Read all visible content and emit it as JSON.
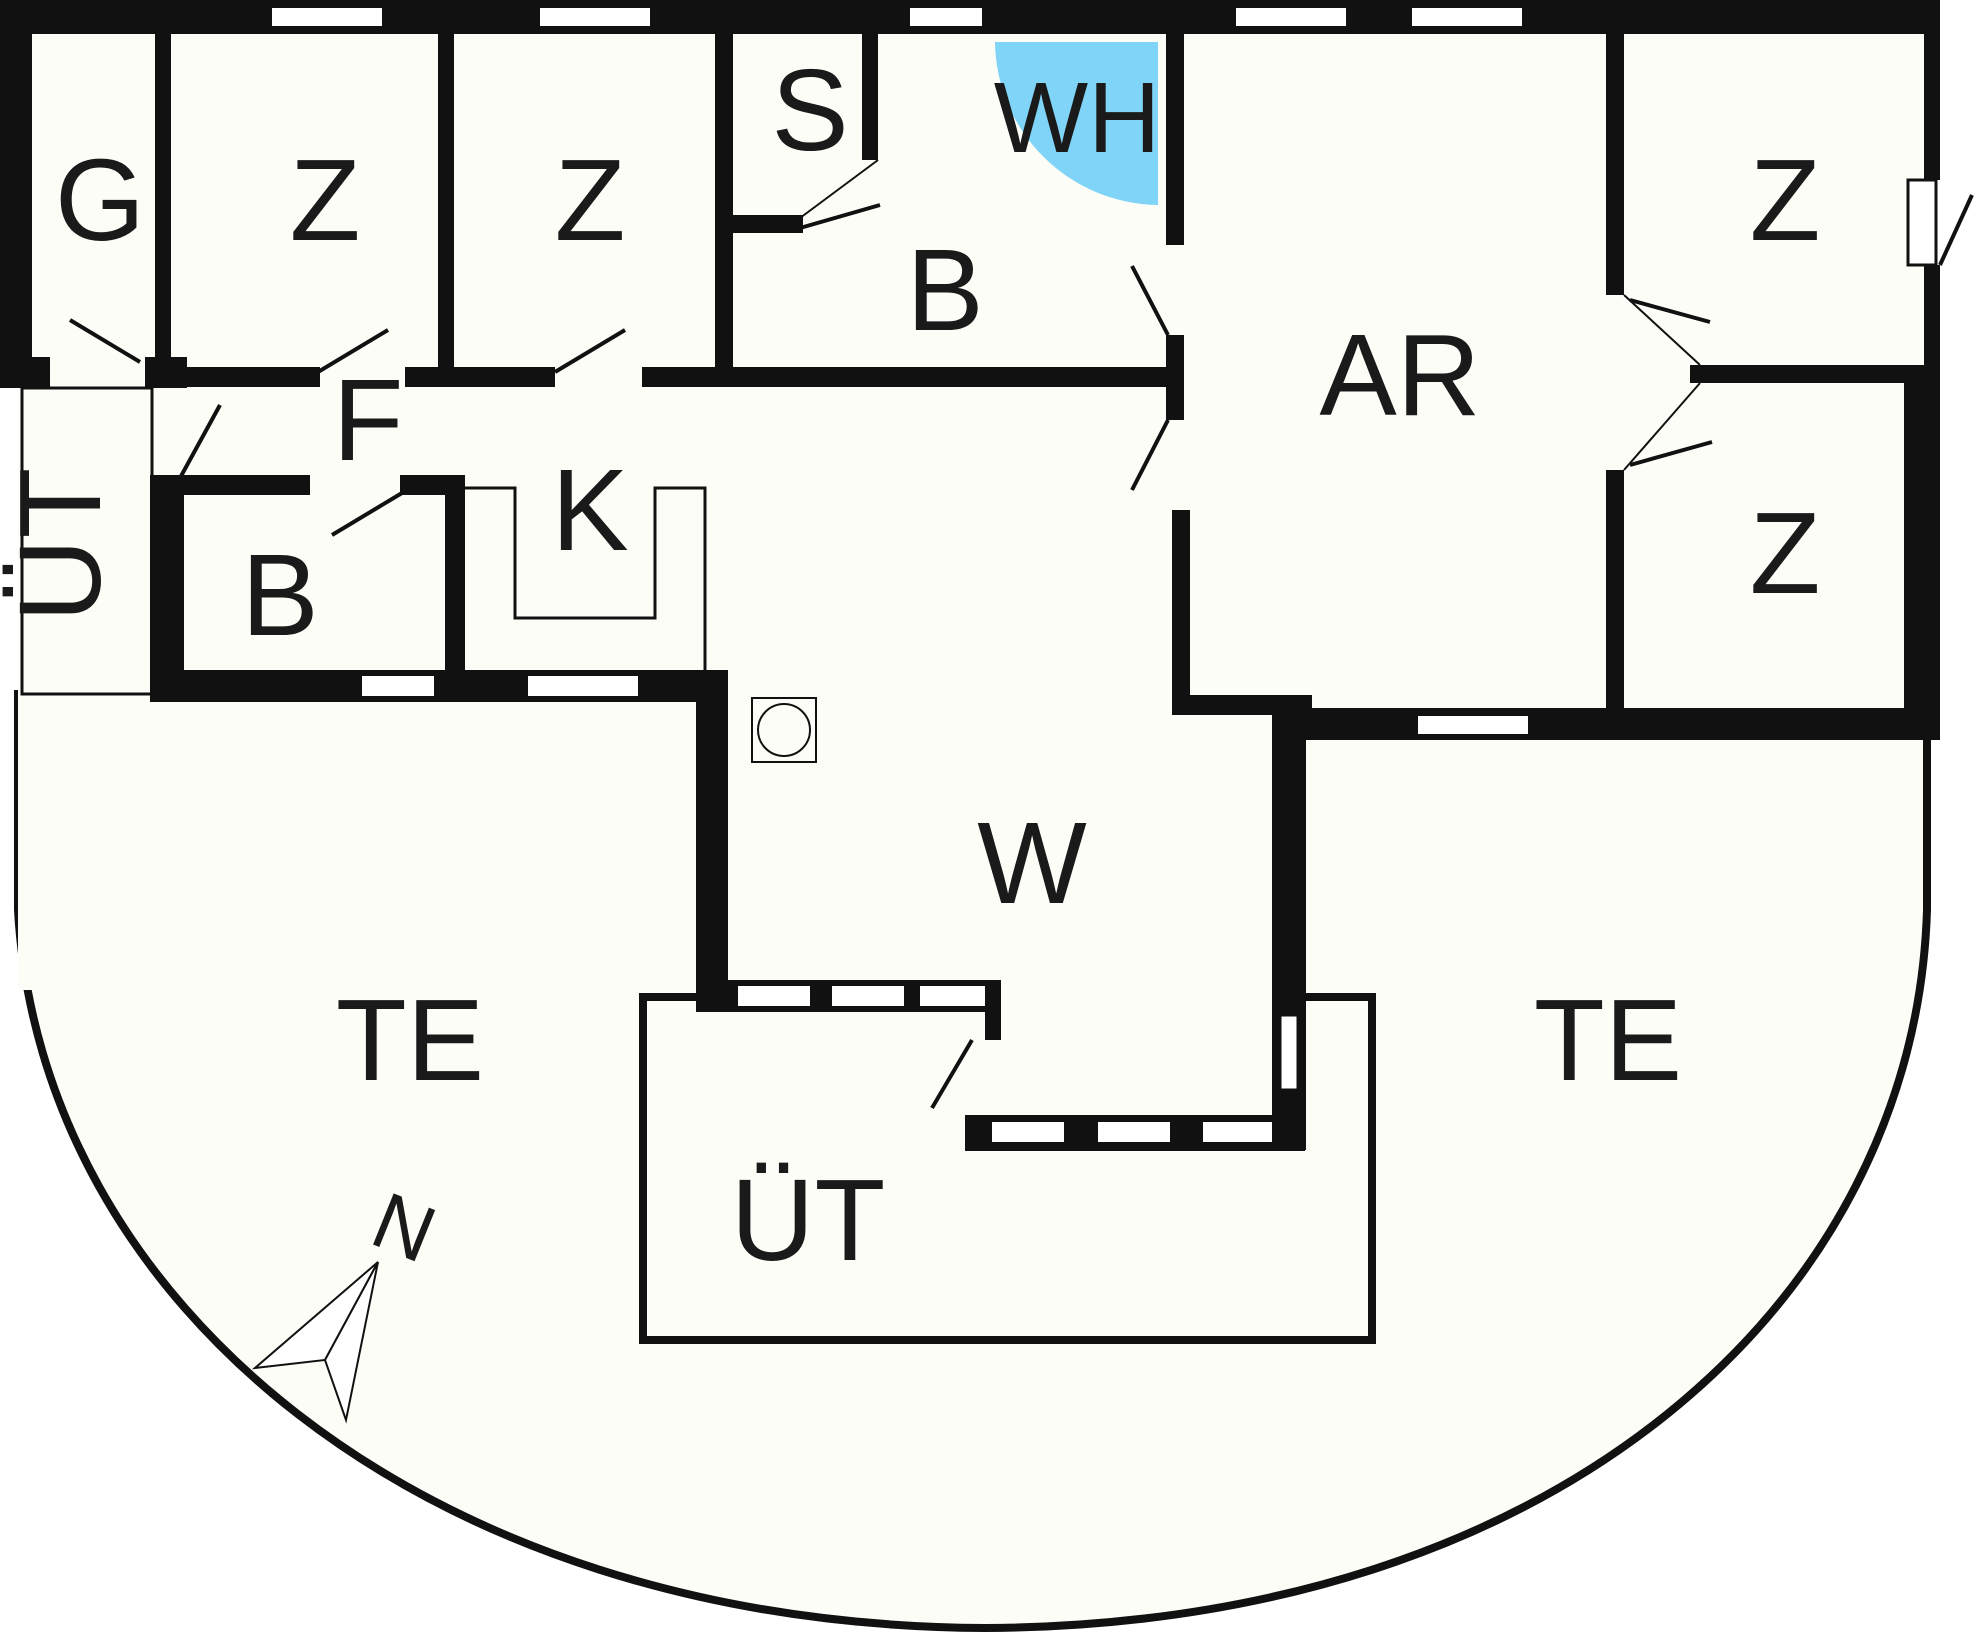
{
  "plan": {
    "rooms": [
      {
        "id": "g",
        "label": "G"
      },
      {
        "id": "z1",
        "label": "Z"
      },
      {
        "id": "z2",
        "label": "Z"
      },
      {
        "id": "s",
        "label": "S"
      },
      {
        "id": "wh",
        "label": "WH"
      },
      {
        "id": "b1",
        "label": "B"
      },
      {
        "id": "ar",
        "label": "AR"
      },
      {
        "id": "z3",
        "label": "Z"
      },
      {
        "id": "z4",
        "label": "Z"
      },
      {
        "id": "f",
        "label": "F"
      },
      {
        "id": "ut1",
        "label": "ÜT"
      },
      {
        "id": "b2",
        "label": "B"
      },
      {
        "id": "k",
        "label": "K"
      },
      {
        "id": "w",
        "label": "W"
      },
      {
        "id": "te1",
        "label": "TE"
      },
      {
        "id": "te2",
        "label": "TE"
      },
      {
        "id": "ut2",
        "label": "ÜT"
      }
    ],
    "compass": {
      "label": "N"
    },
    "colors": {
      "floor": "#fdfdf8",
      "wall": "#111111",
      "whirlpool": "#7fd4f7",
      "window": "#ffffff"
    }
  }
}
